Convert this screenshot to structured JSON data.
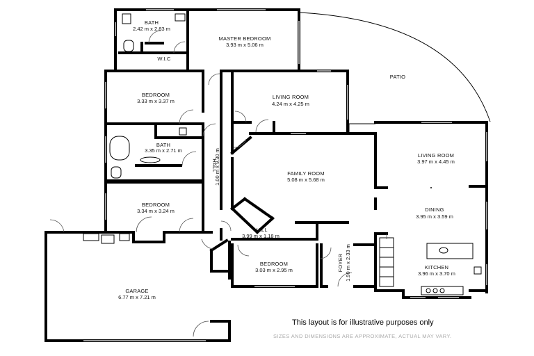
{
  "rooms": {
    "bath_top": {
      "name": "BATH",
      "dim": "2.42 m x 2.83 m"
    },
    "wic": {
      "name": "W.I.C"
    },
    "master_bedroom": {
      "name": "MASTER BEDROOM",
      "dim": "3.93 m x 5.06 m"
    },
    "patio": {
      "name": "PATIO"
    },
    "bedroom_1": {
      "name": "BEDROOM",
      "dim": "3.33 m x 3.37 m"
    },
    "living_room_1": {
      "name": "LIVING ROOM",
      "dim": "4.24 m x 4.25 m"
    },
    "bath_mid": {
      "name": "BATH",
      "dim": "3.35 m x 2.71 m"
    },
    "hall_long": {
      "name": "HALL",
      "dim": "1.00 m x 9.30 m"
    },
    "family_room": {
      "name": "FAMILY ROOM",
      "dim": "5.08 m x 5.68 m"
    },
    "living_room_2": {
      "name": "LIVING ROOM",
      "dim": "3.97 m x 4.45 m"
    },
    "bedroom_2": {
      "name": "BEDROOM",
      "dim": "3.34 m x 3.24 m"
    },
    "dining": {
      "name": "DINING",
      "dim": "3.95 m x 3.59 m"
    },
    "hall_short": {
      "name": "HALL",
      "dim": "3.99 m x 1.18 m"
    },
    "bedroom_3": {
      "name": "BEDROOM",
      "dim": "3.03 m x 2.95 m"
    },
    "foyer": {
      "name": "FOYER",
      "dim": "1.90 m x 2.33 m"
    },
    "kitchen": {
      "name": "KITCHEN",
      "dim": "3.96 m x 3.70 m"
    },
    "garage": {
      "name": "GARAGE",
      "dim": "6.77 m x 7.21 m"
    }
  },
  "notes": {
    "illustrative": "This layout is for illustrative purposes only",
    "disclaimer": "SIZES AND DIMENSIONS ARE APPROXIMATE, ACTUAL MAY VARY."
  }
}
